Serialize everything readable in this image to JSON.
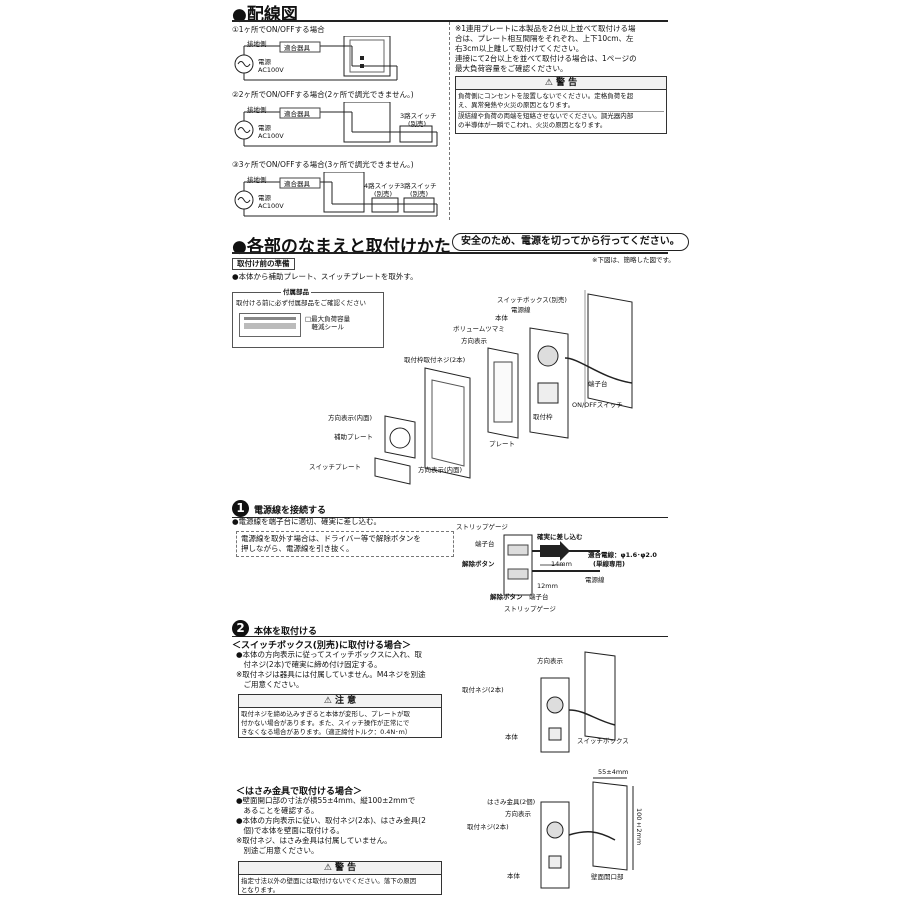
{
  "wiring": {
    "title": "●配線図",
    "case1": {
      "title": "①1ヶ所でON/OFFする場合",
      "ground": "接地側",
      "fixture": "適合器具",
      "power": "電源",
      "ac": "AC100V"
    },
    "case2": {
      "title": "②2ヶ所でON/OFFする場合(2ヶ所で調光できません。)",
      "ground": "接地側",
      "fixture": "適合器具",
      "power": "電源",
      "ac": "AC100V",
      "switch3": "3路スイッチ",
      "sold": "(別売)"
    },
    "case3": {
      "title": "③3ヶ所でON/OFFする場合(3ヶ所で調光できません。)",
      "ground": "接地側",
      "fixture": "適合器具",
      "power": "電源",
      "ac": "AC100V",
      "switch4": "4路スイッチ",
      "switch3": "3路スイッチ",
      "sold": "(別売)"
    },
    "note": [
      "※1連用プレートに本製品を2台以上並べて取付ける場",
      "合は、プレート相互間隔をそれぞれ、上下10cm、左",
      "右3cm以上離して取付けてください。",
      "連接にて2台以上を並べて取付ける場合は、1ページの",
      "最大負荷容量をご確認ください。"
    ],
    "warning": {
      "head": "警 告",
      "p1": [
        "負荷側にコンセントを設置しないでください。定格負荷を超",
        "え、異常発熱や火災の原因となります。"
      ],
      "p2": [
        "誤結線や負荷の両端を短絡させないでください。調光器内部",
        "の半導体が一瞬でこわれ、火災の原因となります。"
      ]
    }
  },
  "parts": {
    "title": "●各部のなまえと取付けかた",
    "safety": "安全のため、電源を切ってから行ってください。",
    "simplified": "※下図は、簡略した図です。",
    "prep_title": "取付け前の準備",
    "prep_text": "●本体から補助プレート、スイッチプレートを取外す。",
    "accessories": {
      "title": "付属部品",
      "text": "取付ける前に必ず付属部品をご確認ください",
      "label1": "□最大負荷容量",
      "label2": "　軽減シール"
    },
    "labels": {
      "box": "スイッチボックス(別売)",
      "wire": "電源線",
      "body": "本体",
      "knob": "ボリュームツマミ",
      "direction": "方向表示",
      "screw": "取付枠取付ネジ(2本)",
      "terminal": "端子台",
      "onoff": "ON/OFFスイッチ",
      "frame": "取付枠",
      "plate": "プレート",
      "dir_inner": "方向表示(内面)",
      "aux": "補助プレート",
      "switch_plate": "スイッチプレート",
      "dir_inner2": "方向表示(内面)"
    }
  },
  "step1": {
    "num": "1",
    "title": "電源線を接続する",
    "text": "●電源線を端子台に適切、確実に差し込む。",
    "box": [
      "電源線を取外す場合は、ドライバー等で解除ボタンを",
      "押しながら、電源線を引き抜く。"
    ],
    "labels": {
      "strip": "ストリップゲージ",
      "terminal": "端子台",
      "release": "解除ボタン",
      "insert": "確実に差し込む",
      "wire_spec": "適合電線：φ1.6･φ2.0",
      "single": "(単線専用)",
      "mm14": "14mm",
      "power": "電源線",
      "mm12": "12mm",
      "release2": "解除ボタン",
      "terminal2": "端子台",
      "strip2": "ストリップゲージ"
    }
  },
  "step2": {
    "num": "2",
    "title": "本体を取付ける",
    "sub1": "＜スイッチボックス(別売)に取付ける場合＞",
    "sub1_text": [
      "●本体の方向表示に従ってスイッチボックスに入れ、取",
      "　付ネジ(2本)で確実に締め付け固定する。",
      "※取付ネジは器具には付属していません。M4ネジを別途",
      "　ご用意ください。"
    ],
    "caution": {
      "head": "注 意",
      "text": [
        "取付ネジを締め込みすぎると本体が変形し、プレートが取",
        "付かない場合があります。また、スイッチ操作が正常にで",
        "きなくなる場合があります。（適正締付トルク：0.4N･m）"
      ]
    },
    "labels1": {
      "direction": "方向表示",
      "screw": "取付ネジ(2本)",
      "body": "本体",
      "box": "スイッチボックス"
    },
    "sub2": "＜はさみ金具で取付ける場合＞",
    "sub2_text": [
      "●壁面開口部の寸法が横55±4mm、縦100±2mmで",
      "　あることを確認する。",
      "●本体の方向表示に従い、取付ネジ(2本)、はさみ金具(2",
      "　個)で本体を壁面に取付ける。",
      "※取付ネジ、はさみ金具は付属していません。",
      "　別途ご用意ください。"
    ],
    "warning": {
      "head": "警 告",
      "text": [
        "指定寸法以外の壁面には取付けないでください。落下の原因",
        "となります。"
      ]
    },
    "labels2": {
      "dim_w": "55±4mm",
      "dim_h": "100±2mm",
      "clamp": "はさみ金具(2個)",
      "direction": "方向表示",
      "screw": "取付ネジ(2本)",
      "body": "本体",
      "opening": "壁面開口部"
    }
  }
}
